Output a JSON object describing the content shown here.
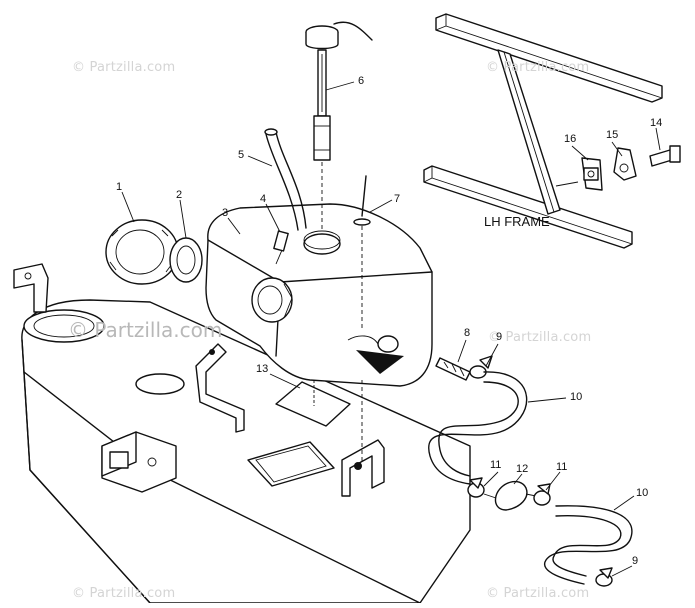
{
  "watermarks": {
    "main": "© Partzilla.com",
    "faint": "© Partzilla.com"
  },
  "frame_label": "LH FRAME",
  "callouts": [
    {
      "id": "1",
      "text": "1"
    },
    {
      "id": "2",
      "text": "2"
    },
    {
      "id": "3",
      "text": "3"
    },
    {
      "id": "4",
      "text": "4"
    },
    {
      "id": "5",
      "text": "5"
    },
    {
      "id": "6",
      "text": "6"
    },
    {
      "id": "7",
      "text": "7"
    },
    {
      "id": "8",
      "text": "8"
    },
    {
      "id": "9a",
      "text": "9"
    },
    {
      "id": "9b",
      "text": "9"
    },
    {
      "id": "10a",
      "text": "10"
    },
    {
      "id": "10b",
      "text": "10"
    },
    {
      "id": "11a",
      "text": "11"
    },
    {
      "id": "11b",
      "text": "11"
    },
    {
      "id": "12",
      "text": "12"
    },
    {
      "id": "13",
      "text": "13"
    },
    {
      "id": "14",
      "text": "14"
    },
    {
      "id": "15",
      "text": "15"
    },
    {
      "id": "16",
      "text": "16"
    }
  ]
}
